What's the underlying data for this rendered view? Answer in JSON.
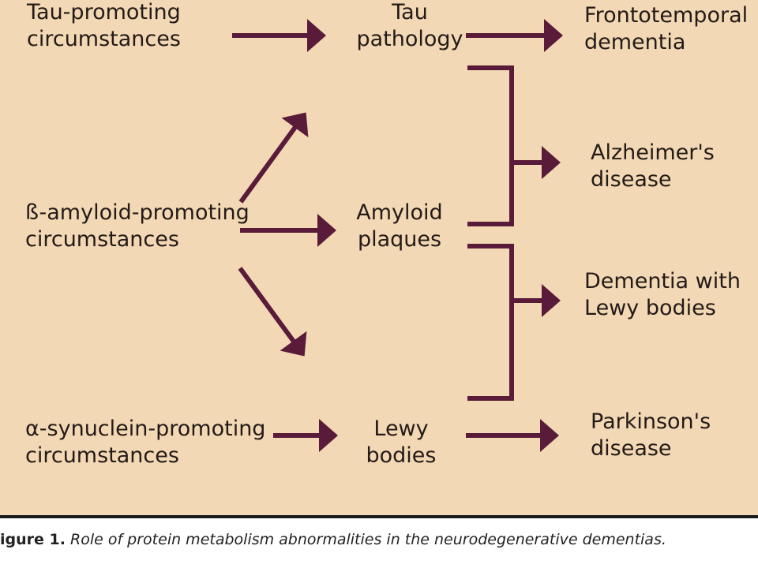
{
  "colors": {
    "background": "#f2d8b4",
    "arrow": "#5a1a3a",
    "text": "#241a18",
    "separator": "#1c1c1c"
  },
  "causes": {
    "tau": [
      "Tau-promoting",
      "circumstances"
    ],
    "amyloid": [
      "ß-amyloid-promoting",
      "circumstances"
    ],
    "synuclein": [
      "α-synuclein-promoting",
      "circumstances"
    ]
  },
  "pathologies": {
    "tau": [
      "Tau",
      "pathology"
    ],
    "amyloid": [
      "Amyloid",
      "plaques"
    ],
    "lewy": [
      "Lewy",
      "bodies"
    ]
  },
  "outcomes": {
    "ftd": [
      "Frontotemporal",
      "dementia"
    ],
    "alzheimers": [
      "Alzheimer's",
      "disease"
    ],
    "dlb": [
      "Dementia with",
      "Lewy bodies"
    ],
    "parkinsons": [
      "Parkinson's",
      "disease"
    ]
  },
  "caption": {
    "lead": "igure 1.",
    "text": "Role of protein metabolism abnormalities in the neurodegenerative dementias."
  }
}
